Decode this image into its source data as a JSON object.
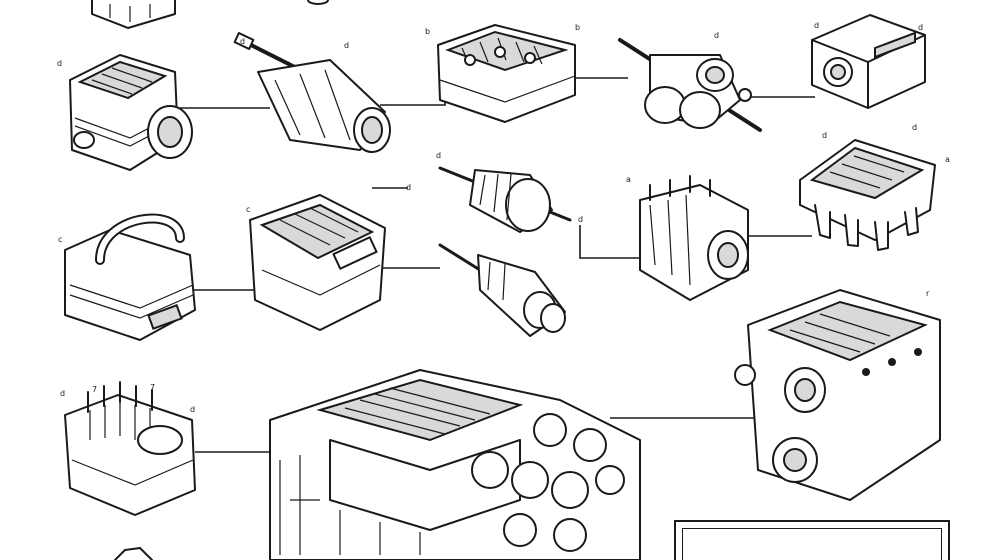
{
  "diagram": {
    "style": "technical line drawing",
    "colors": {
      "ink": "#1a1a1a",
      "paper": "#ffffff",
      "shade": "#d9d9d9"
    },
    "callout_labels": [
      "d",
      "d",
      "d",
      "b",
      "b",
      "d",
      "d",
      "d",
      "d",
      "d",
      "d",
      "a",
      "a",
      "c",
      "d",
      "c",
      "d",
      "r",
      "d",
      "d",
      "7",
      "7"
    ]
  }
}
